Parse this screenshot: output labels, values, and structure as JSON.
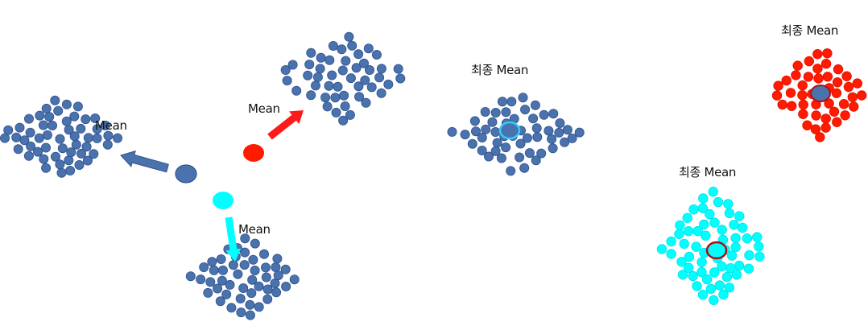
{
  "labels": {
    "step1_mean_left": "Mean",
    "step1_mean_top": "Mean",
    "step1_mean_bottom": "Mean",
    "final_mean_1": "최종 Mean",
    "final_mean_2": "최종 Mean",
    "final_mean_3": "최종 Mean"
  },
  "colors": {
    "point_blue": "#4a72ac",
    "point_blue_stroke": "#2f528f",
    "red": "#ff1a00",
    "cyan": "#00ffff",
    "arrow_blue": "#4a72ac",
    "mean_outline_cyan": "#33ccff",
    "mean_outline_red": "#aa1010",
    "mean_outline_blue": "#2f4f9f"
  }
}
